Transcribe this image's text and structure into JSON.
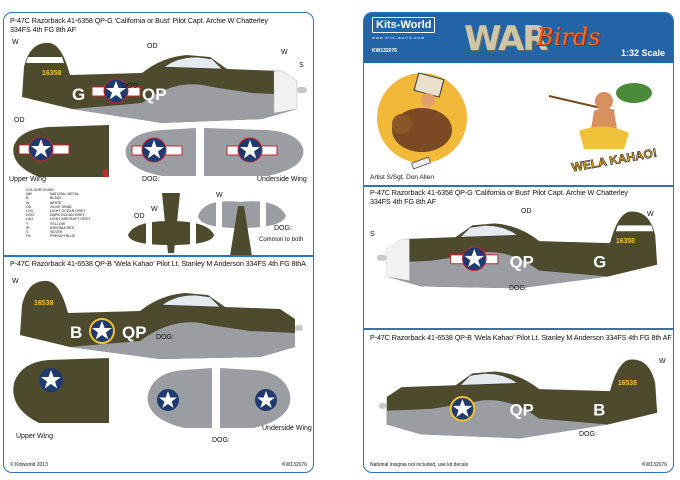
{
  "left": {
    "section1": {
      "title_line1": "P-47C Razorback 41-6358 QP-G 'California or Bust' Pilot Capt. Archie W Chatterley",
      "title_line2": "334FS 4th FG 8th AF",
      "serial": "16358",
      "code_left": "G",
      "code_right": "QP",
      "labels": {
        "w_tail": "W",
        "od": "OD",
        "w_nose": "W",
        "s": "S",
        "od_wing": "OD",
        "dog_body": "DOG:",
        "dog_wing": "DOG:",
        "upper_wing": "Upper Wing",
        "underside_wing": "Underside Wing"
      }
    },
    "colour_guide": {
      "title": "COLOUR GUIDE:",
      "items": [
        {
          "code": "NM",
          "name": "NATURAL METAL"
        },
        {
          "code": "B",
          "name": "BLACK"
        },
        {
          "code": "W",
          "name": "WHITE"
        },
        {
          "code": "OD",
          "name": "OLIVE DRAB"
        },
        {
          "code": "LOG",
          "name": "LIGHT OCEAN GREY"
        },
        {
          "code": "DOG",
          "name": "DARK OCEAN GREY"
        },
        {
          "code": "LAG",
          "name": "LIGHT AIRCRAFT GREY"
        },
        {
          "code": "Y",
          "name": "YELLOW"
        },
        {
          "code": "IR",
          "name": "INSIGNIA RED"
        },
        {
          "code": "S",
          "name": "SILVER"
        },
        {
          "code": "FB",
          "name": "FRENCH BLUE"
        }
      ]
    },
    "tail_views": {
      "od": "OD",
      "w1": "W",
      "w2": "W",
      "dog": "DOG:",
      "common": "Common to both"
    },
    "section2": {
      "title": "P-47C Razorback 41-6538 QP-B 'Wela Kahao' Pilot  Lt. Stanley M  Anderson 334FS 4th FG 8thA",
      "serial": "16538",
      "code_left": "B",
      "code_right": "QP",
      "labels": {
        "w_tail": "W",
        "dog_body": "DOG:",
        "upper_wing": "Upper Wing",
        "underside_wing": "Underside Wing",
        "dog_wing": "DOG:"
      }
    },
    "footer_left": "© Kitsworld 2013",
    "footer_right": "KW132076"
  },
  "right": {
    "header": {
      "logo": "Kits-World",
      "url": "www.kits-world.com",
      "code": "KW132076",
      "war": "WAR",
      "birds": "Birds",
      "scale": "1:32 Scale"
    },
    "art": {
      "caption": "WELA KAHAO!",
      "artist": "Artist S/Sgt. Don Allen"
    },
    "section1": {
      "title_line1": "P-47C Razorback 41-6358 QP-G 'California or Bust' Pilot Capt. Archie W Chatterley",
      "title_line2": "334FS 4th FG 8th AF",
      "serial": "16358",
      "code_left": "QP",
      "code_right": "G",
      "labels": {
        "od": "OD",
        "w": "W",
        "s": "S",
        "dog": "DOG:"
      }
    },
    "section2": {
      "title": "P-47C Razorback 41-6538 QP-B 'Wela Kahao' Pilot  Lt. Stanley M  Anderson 334FS 4th FG 8th AF",
      "serial": "16538",
      "code_left": "QP",
      "code_right": "B",
      "labels": {
        "w": "W",
        "dog": "DOG:"
      }
    },
    "footer_left": "National insignia not included, use kit decals",
    "footer_right": "KW132076"
  },
  "colors": {
    "olive_drab": "#4d4a2e",
    "ocean_grey": "#9a9da2",
    "insignia_blue": "#1f3a6e",
    "insignia_red": "#c3282c",
    "yellow": "#f2c12e",
    "border": "#2f74b5"
  }
}
